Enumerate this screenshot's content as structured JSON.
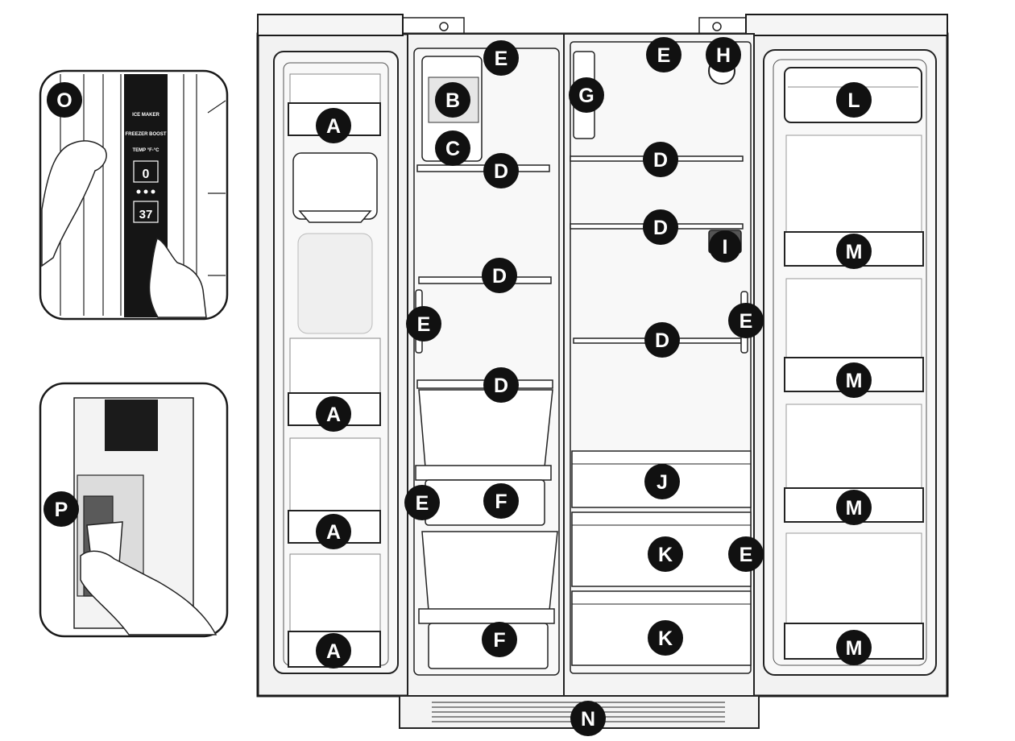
{
  "colors": {
    "outline": "#1a1a1a",
    "liner": "#f6f6f6",
    "badge": "#111111",
    "badge_text": "#ffffff",
    "control_panel": "#151515"
  },
  "callouts": {
    "A": "A",
    "B": "B",
    "C": "C",
    "D": "D",
    "E": "E",
    "F": "F",
    "G": "G",
    "H": "H",
    "I": "I",
    "J": "J",
    "K": "K",
    "L": "L",
    "M": "M",
    "N": "N",
    "O": "O",
    "P": "P"
  },
  "inset_o": {
    "ice_maker_label": "ICE MAKER",
    "freezer_boost_label": "FREEZER BOOST",
    "temp_label": "TEMP °F-°C",
    "freezer_display": "0",
    "fridge_display": "37"
  }
}
